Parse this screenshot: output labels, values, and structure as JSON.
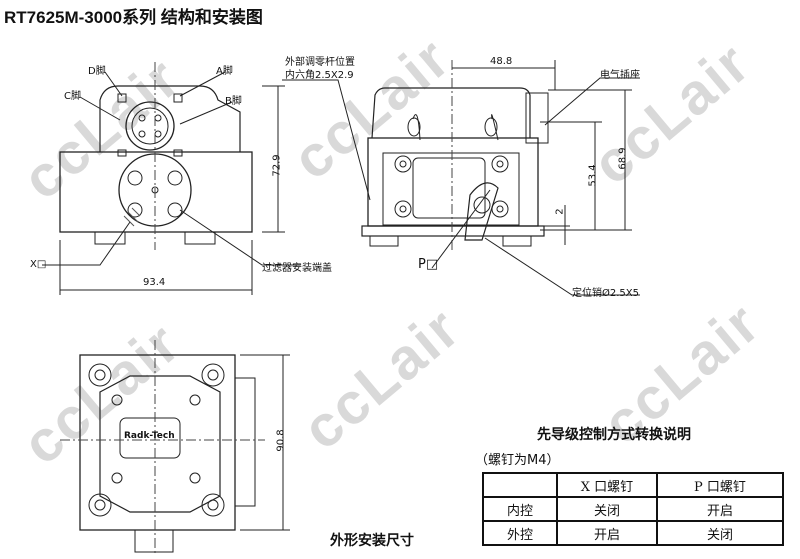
{
  "title": "RT7625M-3000系列  结构和安装图",
  "watermark": "ccLair",
  "front_view": {
    "labels": {
      "d_pin": "D脚",
      "a_pin": "A脚",
      "c_pin": "C脚",
      "b_pin": "B脚",
      "x_port": "X□",
      "filter_cap": "过滤器安装端盖"
    },
    "dims": {
      "height": "72.9",
      "width": "93.4"
    }
  },
  "side_view": {
    "labels": {
      "zero_adjust_line1": "外部调零杆位置",
      "zero_adjust_line2": "内六角2.5X2.9",
      "connector": "电气插座",
      "p_port": "P□",
      "locating_pin": "定位销Ø2.5X5"
    },
    "dims": {
      "width": "48.8",
      "height_total": "68.9",
      "height_body": "53.4",
      "offset": "2"
    }
  },
  "bottom_view": {
    "brand": "Radk-Tech",
    "dims": {
      "height": "90.8"
    },
    "caption": "外形安装尺寸"
  },
  "control_table": {
    "title": "先导级控制方式转换说明",
    "note": "（螺钉为M4）",
    "headers": [
      "",
      "X 口螺钉",
      "P 口螺钉"
    ],
    "rows": [
      [
        "内控",
        "关闭",
        "开启"
      ],
      [
        "外控",
        "开启",
        "关闭"
      ]
    ]
  }
}
